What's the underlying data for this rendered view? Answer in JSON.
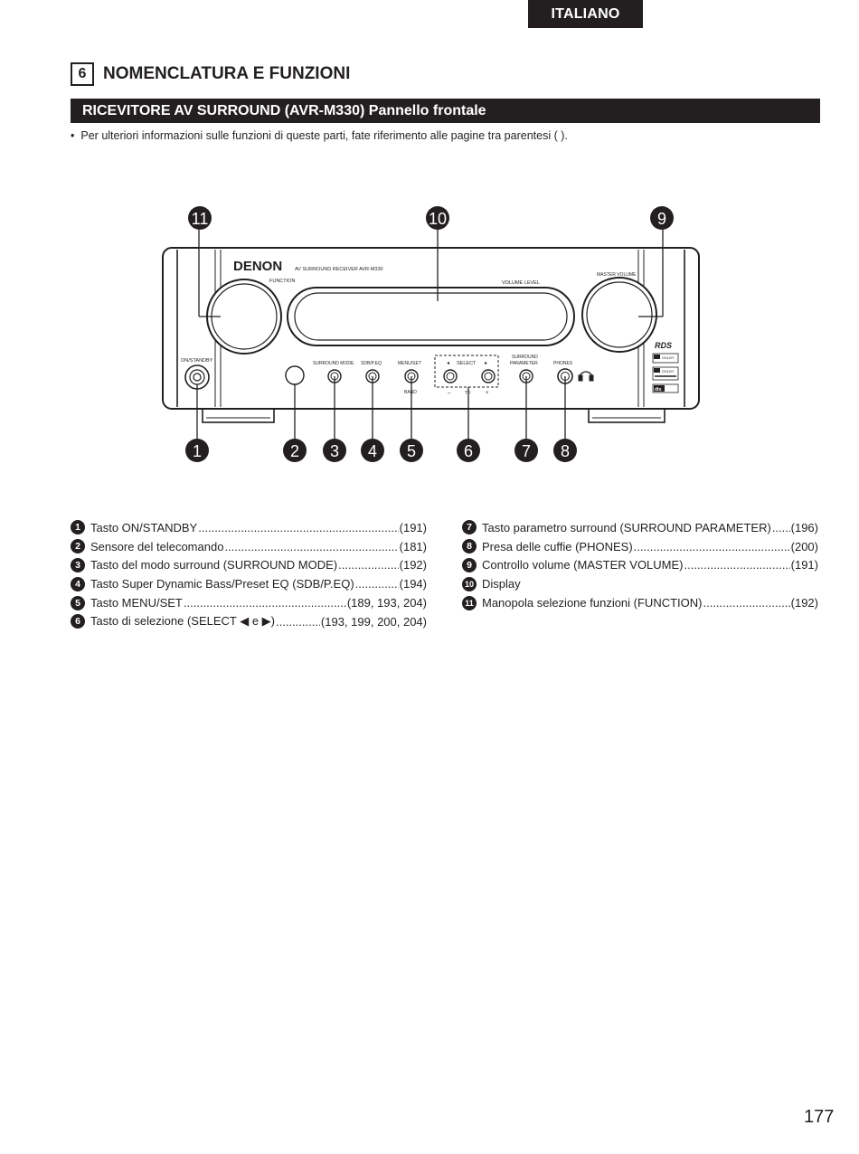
{
  "header": {
    "language_tab": "ITALIANO"
  },
  "section": {
    "number": "6",
    "title": "NOMENCLATURA E FUNZIONI"
  },
  "subsection": {
    "title": "RICEVITORE AV SURROUND (AVR-M330) Pannello frontale"
  },
  "note": "Per ulteriori informazioni sulle funzioni di queste parti, fate riferimento alle pagine tra parentesi ( ).",
  "diagram": {
    "brand": "DENON",
    "model_text": "AV SURROUND RECEIVER AVR-M330",
    "function_label": "FUNCTION",
    "volume_level_label": "VOLUME LEVEL",
    "master_volume_label": "MASTER VOLUME",
    "on_standby_label": "ON/STANDBY",
    "surround_mode_label": "SURROUND MODE",
    "sdb_label": "SDB/P.EQ",
    "menu_set_label": "MENU/SET",
    "band_label": "BAND",
    "select_label": "SELECT",
    "select_left": "◂",
    "select_right": "▸",
    "tf_minus": "–",
    "tf_label": "TF",
    "tf_plus": "+",
    "surround_param_line1": "SURROUND",
    "surround_param_line2": "PARAMETER",
    "phones_label": "PHONES",
    "rds_label": "RDS",
    "logo1_text": "DOLBY",
    "logo2_text": "DOLBY",
    "logo3_text": "dts",
    "callouts": [
      "1",
      "2",
      "3",
      "4",
      "5",
      "6",
      "7",
      "8",
      "9",
      "10",
      "11"
    ]
  },
  "legend": {
    "left": [
      {
        "num": "1",
        "label": "Tasto ON/STANDBY",
        "pages": "(191)"
      },
      {
        "num": "2",
        "label": "Sensore del telecomando",
        "pages": "(181)"
      },
      {
        "num": "3",
        "label": "Tasto del modo surround (SURROUND MODE)",
        "pages": "(192)"
      },
      {
        "num": "4",
        "label": "Tasto Super Dynamic Bass/Preset EQ (SDB/P.EQ)",
        "pages": "(194)"
      },
      {
        "num": "5",
        "label": "Tasto MENU/SET",
        "pages": "(189, 193, 204)"
      },
      {
        "num": "6",
        "label": "Tasto di selezione (SELECT ◀ e ▶)",
        "pages": "(193, 199, 200, 204)"
      }
    ],
    "right": [
      {
        "num": "7",
        "label": "Tasto parametro surround (SURROUND PARAMETER)",
        "pages": "(196)"
      },
      {
        "num": "8",
        "label": "Presa delle cuffie (PHONES)",
        "pages": "(200)"
      },
      {
        "num": "9",
        "label": "Controllo volume (MASTER VOLUME)",
        "pages": "(191)"
      },
      {
        "num": "10",
        "label": "Display",
        "pages": ""
      },
      {
        "num": "11",
        "label": "Manopola selezione funzioni (FUNCTION)",
        "pages": "(192)"
      }
    ]
  },
  "page_number": "177"
}
